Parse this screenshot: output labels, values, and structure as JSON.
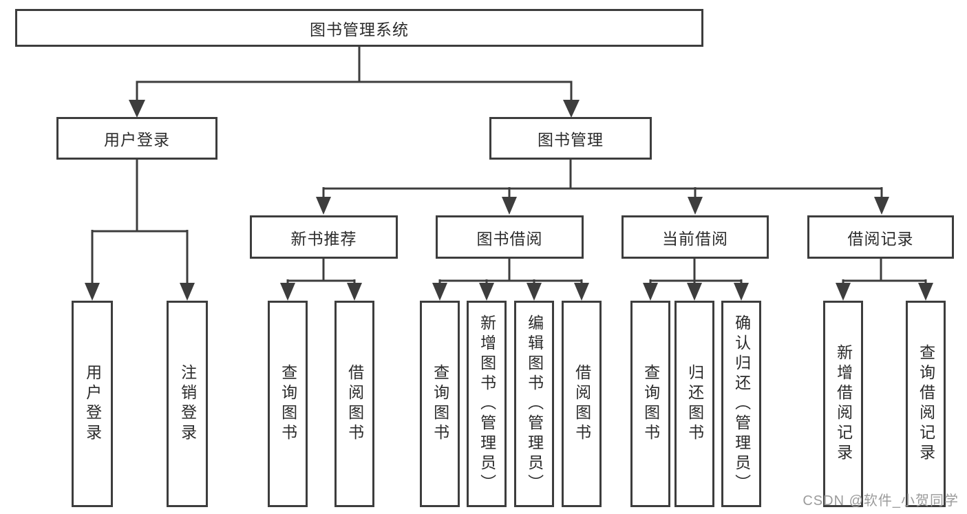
{
  "colors": {
    "line": "#3d3d3d",
    "box_border": "#3d3d3d",
    "box_background": "#ffffff",
    "text": "#2b2b2b",
    "watermark_text": "#9b9b9b",
    "page_background": "#ffffff"
  },
  "tree": {
    "root": {
      "label": "图书管理系统",
      "children": [
        {
          "label": "用户登录",
          "children": [
            {
              "label": "用户登录"
            },
            {
              "label": "注销登录"
            }
          ]
        },
        {
          "label": "图书管理",
          "children": [
            {
              "label": "新书推荐",
              "children": [
                {
                  "label": "查询图书"
                },
                {
                  "label": "借阅图书"
                }
              ]
            },
            {
              "label": "图书借阅",
              "children": [
                {
                  "label": "查询图书"
                },
                {
                  "label": "新增图书（管理员）"
                },
                {
                  "label": "编辑图书（管理员）"
                },
                {
                  "label": "借阅图书"
                }
              ]
            },
            {
              "label": "当前借阅",
              "children": [
                {
                  "label": "查询图书"
                },
                {
                  "label": "归还图书"
                },
                {
                  "label": "确认归还（管理员）"
                }
              ]
            },
            {
              "label": "借阅记录",
              "children": [
                {
                  "label": "新增借阅记录"
                },
                {
                  "label": "查询借阅记录"
                }
              ]
            }
          ]
        }
      ]
    }
  },
  "watermark": "CSDN @软件_小贺同学"
}
